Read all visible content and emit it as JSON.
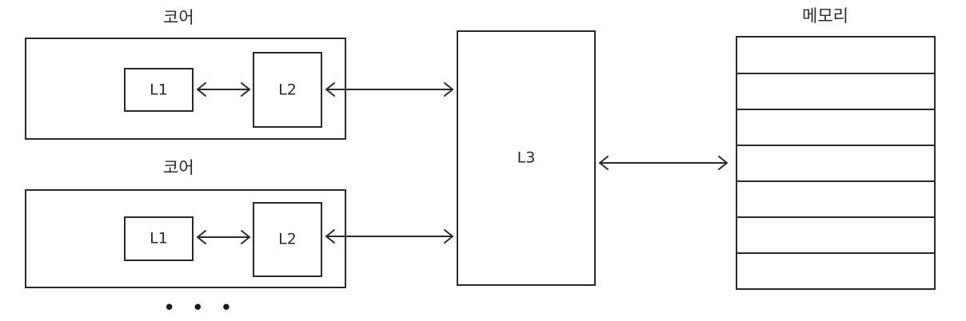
{
  "cores": [
    {
      "title": "코어",
      "l1_label": "L1",
      "l2_label": "L2"
    },
    {
      "title": "코어",
      "l1_label": "L1",
      "l2_label": "L2"
    }
  ],
  "l3": {
    "label": "L3"
  },
  "memory": {
    "title": "메모리",
    "row_count": 7
  },
  "ellipsis": "• • •"
}
